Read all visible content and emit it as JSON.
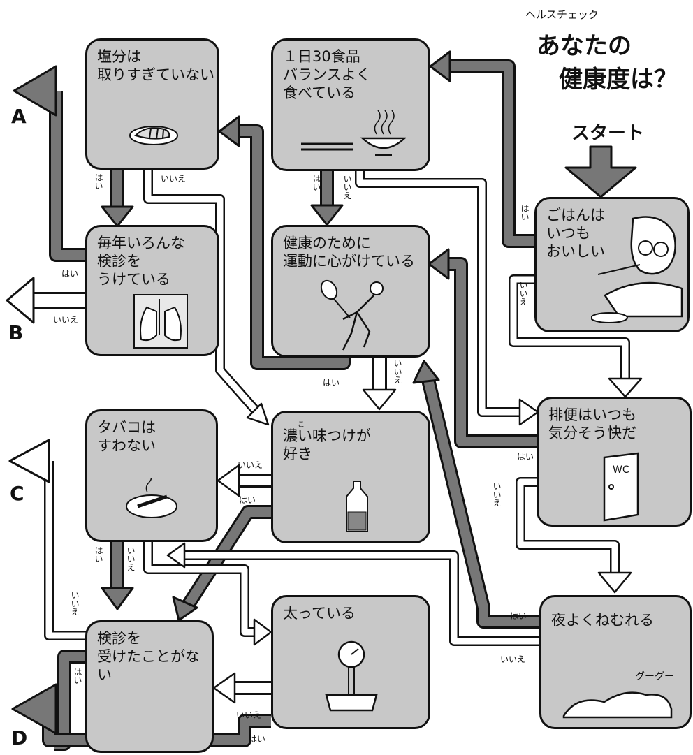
{
  "header": {
    "ruby": "ヘルスチェック",
    "title_line1": "あなたの",
    "title_line2": "健康度は？",
    "start": "スタート"
  },
  "nodes": {
    "salt": "塩分は\n取りすぎていない",
    "balance": "１日30食品\nバランスよく\n食べている",
    "meal": "ごはんは\nいつも\nおいしい",
    "checkup_yearly": "毎年いろんな\n検診を\nうけている",
    "exercise": "健康のために\n運動に心がけている",
    "bowel": "排便はいつも\n気分そう快だ",
    "tobacco": "タバコは\nすわない",
    "strong_taste": "濃い味つけが\n好き",
    "strong_taste_ruby": "こ",
    "no_checkup": "検診を\n受けたことがない",
    "fat": "太っている",
    "sleep": "夜よくねむれる"
  },
  "labels": {
    "yes": "はい",
    "no": "いいえ",
    "wc": "WC",
    "snore": "グーグー"
  },
  "results": [
    "A",
    "B",
    "C",
    "D"
  ],
  "colors": {
    "box_fill": "#c8c8c8",
    "yes_arrow": "#777777",
    "no_arrow": "#ffffff",
    "outline": "#111111"
  }
}
